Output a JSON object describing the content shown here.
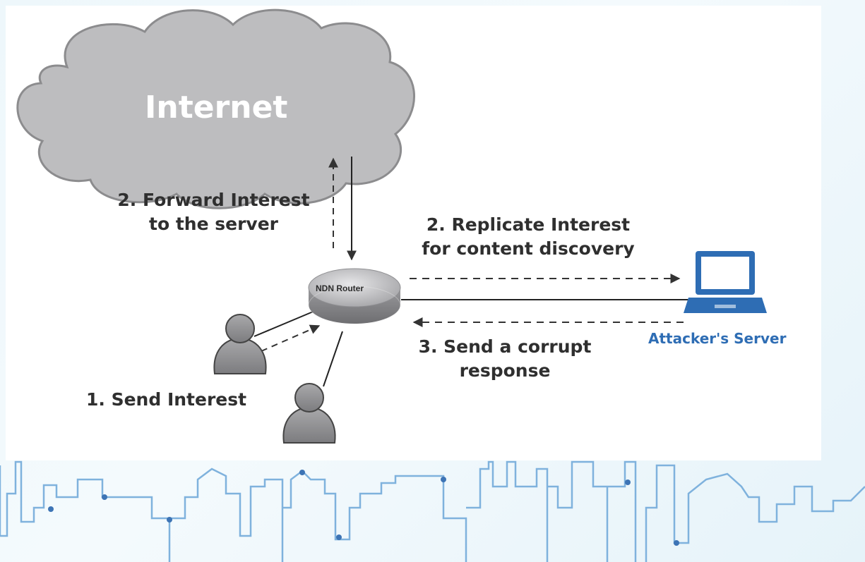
{
  "diagram": {
    "cloud_label": "Internet",
    "router_label": "NDN Router",
    "server_label": "Attacker's Server",
    "steps": {
      "forward": [
        "2. Forward Interest",
        "to the server"
      ],
      "replicate": [
        "2. Replicate Interest",
        "for content discovery"
      ],
      "corrupt": [
        "3. Send a corrupt",
        "response"
      ],
      "send": "1. Send Interest"
    }
  },
  "colors": {
    "cloud_fill": "#bdbdbf",
    "cloud_stroke": "#8c8c8e",
    "server_blue": "#2e6db4",
    "skyline_blue": "#7fb2dd",
    "skyline_dot": "#3d74b5",
    "text_dark": "#2f2f2f"
  }
}
